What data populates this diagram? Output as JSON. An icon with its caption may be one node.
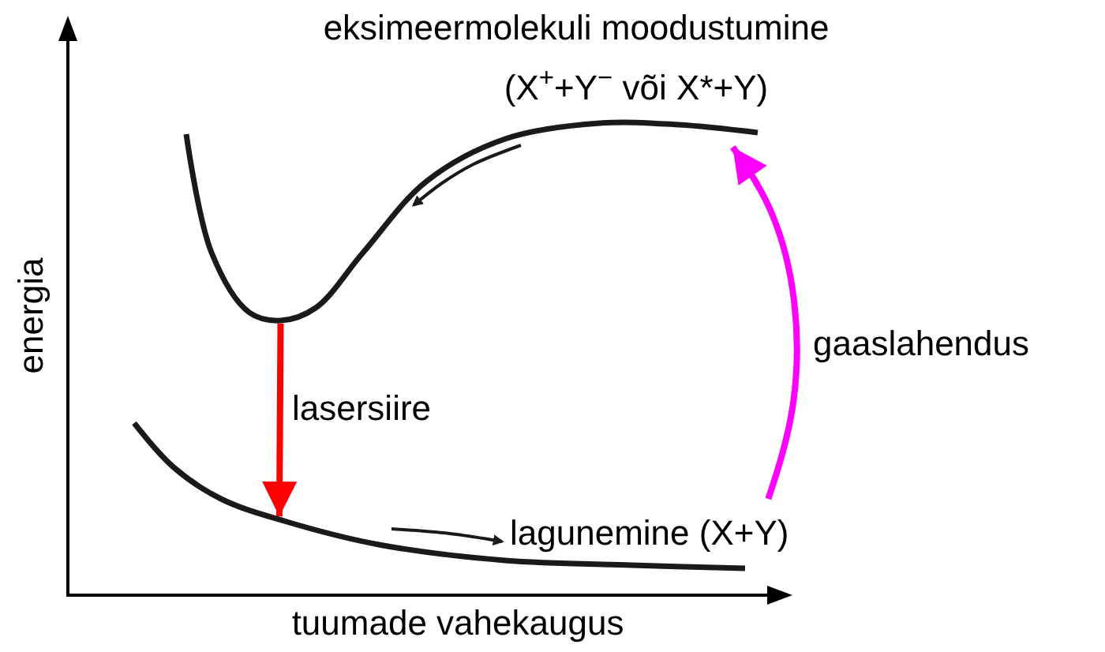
{
  "diagram": {
    "nodes": [
      {
        "text": [],
        "shape": "curve",
        "beside": [
          "eksimeermolekuli moodustumine",
          "(X$^{+}$+Y$^{−}$ või X*+Y)"
        ]
      },
      {
        "text": [],
        "shape": "curve"
      }
    ],
    "edges": [
      {
        "from": 0,
        "to": 1,
        "arrow": "to",
        "label": "lasersiire",
        "color": "#ff0000"
      },
      {
        "from": 1,
        "to": 0,
        "arrow": "to",
        "label": "gaaslahendus",
        "color": "#ff00ff"
      }
    ],
    "labels": [
      "lagunemine (X+Y)",
      "energia",
      "tuumade vahekaugus"
    ]
  }
}
